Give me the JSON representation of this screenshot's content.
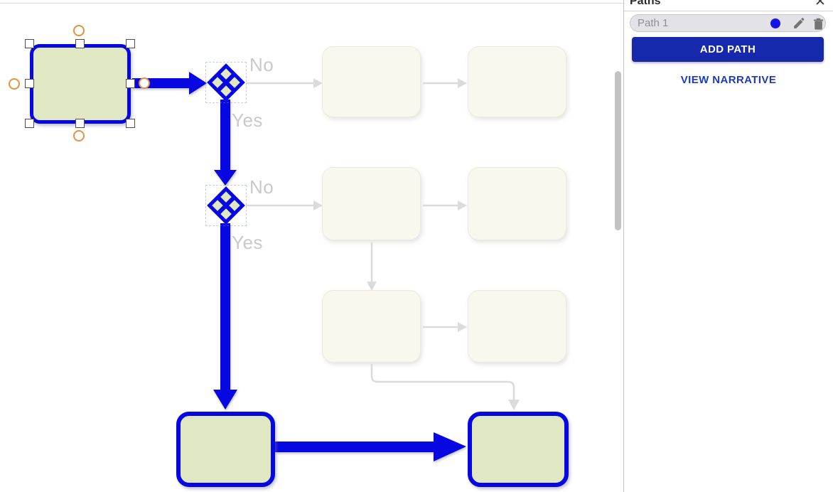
{
  "panel": {
    "title": "Paths",
    "close_glyph": "✕",
    "path_row": {
      "label": "Path 1"
    },
    "add_path_label": "ADD PATH",
    "view_narrative_label": "VIEW NARRATIVE"
  },
  "diagram": {
    "gateway1": {
      "no": "No",
      "yes": "Yes"
    },
    "gateway2": {
      "no": "No",
      "yes": "Yes"
    }
  },
  "colors": {
    "flow_blue": "#0707e2",
    "button_blue": "#1629ad",
    "link_blue": "#1b3ac2",
    "node_fill": "#dfe7c3",
    "ghost_fill": "#f8f8ee",
    "connector_gray": "#dbdbdb",
    "handle_orange": "#e8913c",
    "path_dot_blue": "#1515e6"
  }
}
